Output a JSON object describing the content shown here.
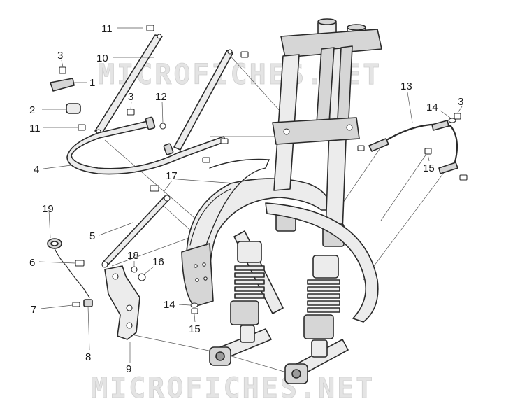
{
  "watermark": {
    "top": "MICROFICHES.NET",
    "bottom": "MICROFICHES.NET"
  },
  "callouts": [
    {
      "id": "callout-1",
      "number": "1"
    },
    {
      "id": "callout-2",
      "number": "2"
    },
    {
      "id": "callout-3a",
      "number": "3"
    },
    {
      "id": "callout-3b",
      "number": "3"
    },
    {
      "id": "callout-3c",
      "number": "3"
    },
    {
      "id": "callout-4",
      "number": "4"
    },
    {
      "id": "callout-5",
      "number": "5"
    },
    {
      "id": "callout-6",
      "number": "6"
    },
    {
      "id": "callout-7",
      "number": "7"
    },
    {
      "id": "callout-8",
      "number": "8"
    },
    {
      "id": "callout-9",
      "number": "9"
    },
    {
      "id": "callout-10",
      "number": "10"
    },
    {
      "id": "callout-11a",
      "number": "11"
    },
    {
      "id": "callout-11b",
      "number": "11"
    },
    {
      "id": "callout-12",
      "number": "12"
    },
    {
      "id": "callout-13",
      "number": "13"
    },
    {
      "id": "callout-14a",
      "number": "14"
    },
    {
      "id": "callout-14b",
      "number": "14"
    },
    {
      "id": "callout-15a",
      "number": "15"
    },
    {
      "id": "callout-15b",
      "number": "15"
    },
    {
      "id": "callout-16",
      "number": "16"
    },
    {
      "id": "callout-17",
      "number": "17"
    },
    {
      "id": "callout-18",
      "number": "18"
    },
    {
      "id": "callout-19",
      "number": "19"
    }
  ]
}
